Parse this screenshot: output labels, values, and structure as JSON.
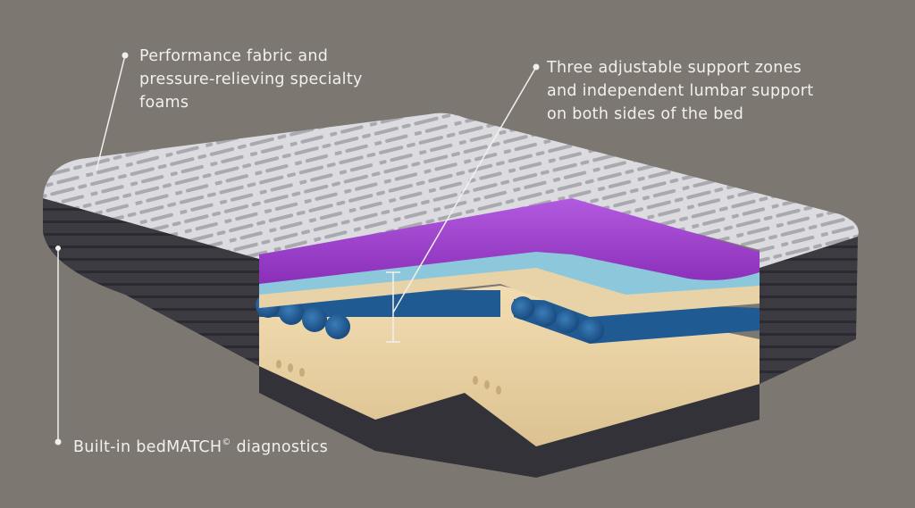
{
  "background_color": "#7c7771",
  "callouts": {
    "foams": {
      "lines": [
        "Performance fabric and",
        "pressure-relieving specialty",
        "foams"
      ]
    },
    "zones": {
      "lines": [
        "Three adjustable support zones",
        "and independent lumbar support",
        "on both sides of the bed"
      ]
    },
    "diagnostics": {
      "prefix": "Built-in bedMATCH",
      "mark": "©",
      "suffix": " diagnostics"
    }
  },
  "colors": {
    "cover": "#d9d9dc",
    "cover_pattern": "#a8a8ad",
    "side_band": "#3a3a40",
    "purple_foam": "#9a3fc7",
    "blue_layer": "#8cc6db",
    "cream_foam": "#e8d3a8",
    "blue_tubes": "#1f5a93",
    "base_foam": "#ecd5a6"
  }
}
